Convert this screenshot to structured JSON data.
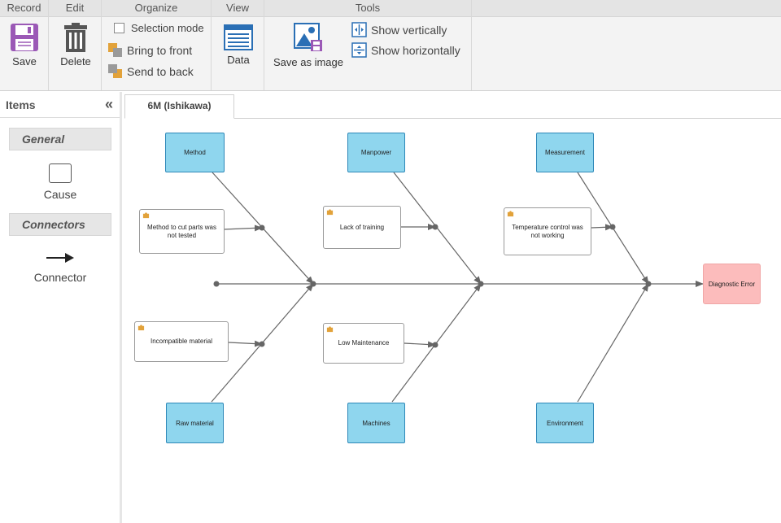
{
  "ribbon": {
    "groups": {
      "record": "Record",
      "edit": "Edit",
      "organize": "Organize",
      "view": "View",
      "tools": "Tools"
    },
    "save_label": "Save",
    "delete_label": "Delete",
    "selection_mode_label": "Selection mode",
    "bring_front_label": "Bring to front",
    "send_back_label": "Send to back",
    "data_label": "Data",
    "save_image_label": "Save as image",
    "show_vertically_label": "Show vertically",
    "show_horizontally_label": "Show horizontally"
  },
  "sidebar": {
    "title": "Items",
    "collapse_glyph": "«",
    "general_label": "General",
    "cause_label": "Cause",
    "connectors_label": "Connectors",
    "connector_label": "Connector"
  },
  "tab": {
    "label": "6M (Ishikawa)"
  },
  "diagram": {
    "categories": {
      "method": "Method",
      "manpower": "Manpower",
      "measurement": "Measurement",
      "raw_material": "Raw material",
      "machines": "Machines",
      "environment": "Environment"
    },
    "causes": {
      "method_cut": "Method to cut parts was not tested",
      "lack_training": "Lack of training",
      "temp_control": "Temperature control was not working",
      "incompatible": "Incompatible material",
      "low_maintenance": "Low Maintenance"
    },
    "effect": "Diagnostic Error"
  },
  "colors": {
    "category_fill": "#8fd6ee",
    "category_border": "#2e88b8",
    "effect_fill": "#fcbcbc",
    "connector": "#666666",
    "save_icon": "#8e44ad"
  }
}
